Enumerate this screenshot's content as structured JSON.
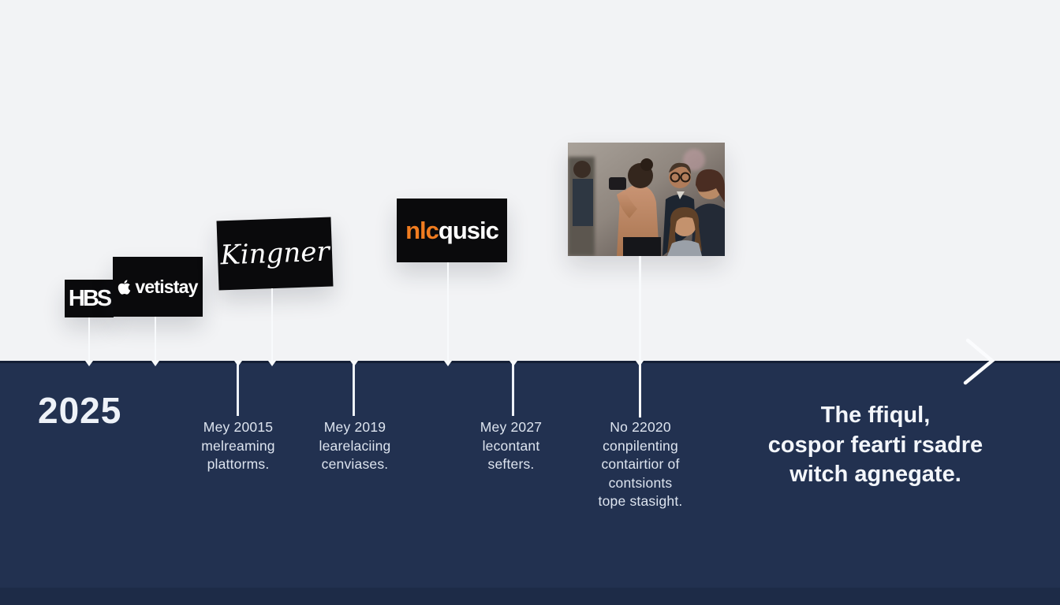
{
  "timeline": {
    "year": "2025",
    "milestones": [
      {
        "label": "Mey 20015\nmelreaming\nplattorms."
      },
      {
        "label": "Mey 2019\nlearelaciing\ncenviases."
      },
      {
        "label": "Mey 2027\nlecontant\nsefters."
      },
      {
        "label": "No 22020\nconpilenting\ncontairtior of\ncontsionts\ntope stasight."
      }
    ],
    "closing": "The ffiqul,\ncospor fearti rsadre\nwitch agnegate."
  },
  "logos": [
    {
      "name": "hbs",
      "text": "HBS"
    },
    {
      "name": "vetistay",
      "text": "vetistay",
      "icon": "apple-icon"
    },
    {
      "name": "kingner",
      "text": "Kingner"
    },
    {
      "name": "nlcqusic",
      "accent": "nlc",
      "rest": "qusic",
      "accent_color": "#f07c20"
    }
  ],
  "icons": {
    "vetistay_mark": "apple-icon",
    "next_control": "chevron-right-icon"
  },
  "colors": {
    "background_top": "#f2f3f5",
    "background_bottom": "#223150",
    "logo_black": "#0a0a0c",
    "accent_orange": "#f07c20",
    "connector_white": "#f8fafc",
    "text_light": "#dde4ef"
  }
}
